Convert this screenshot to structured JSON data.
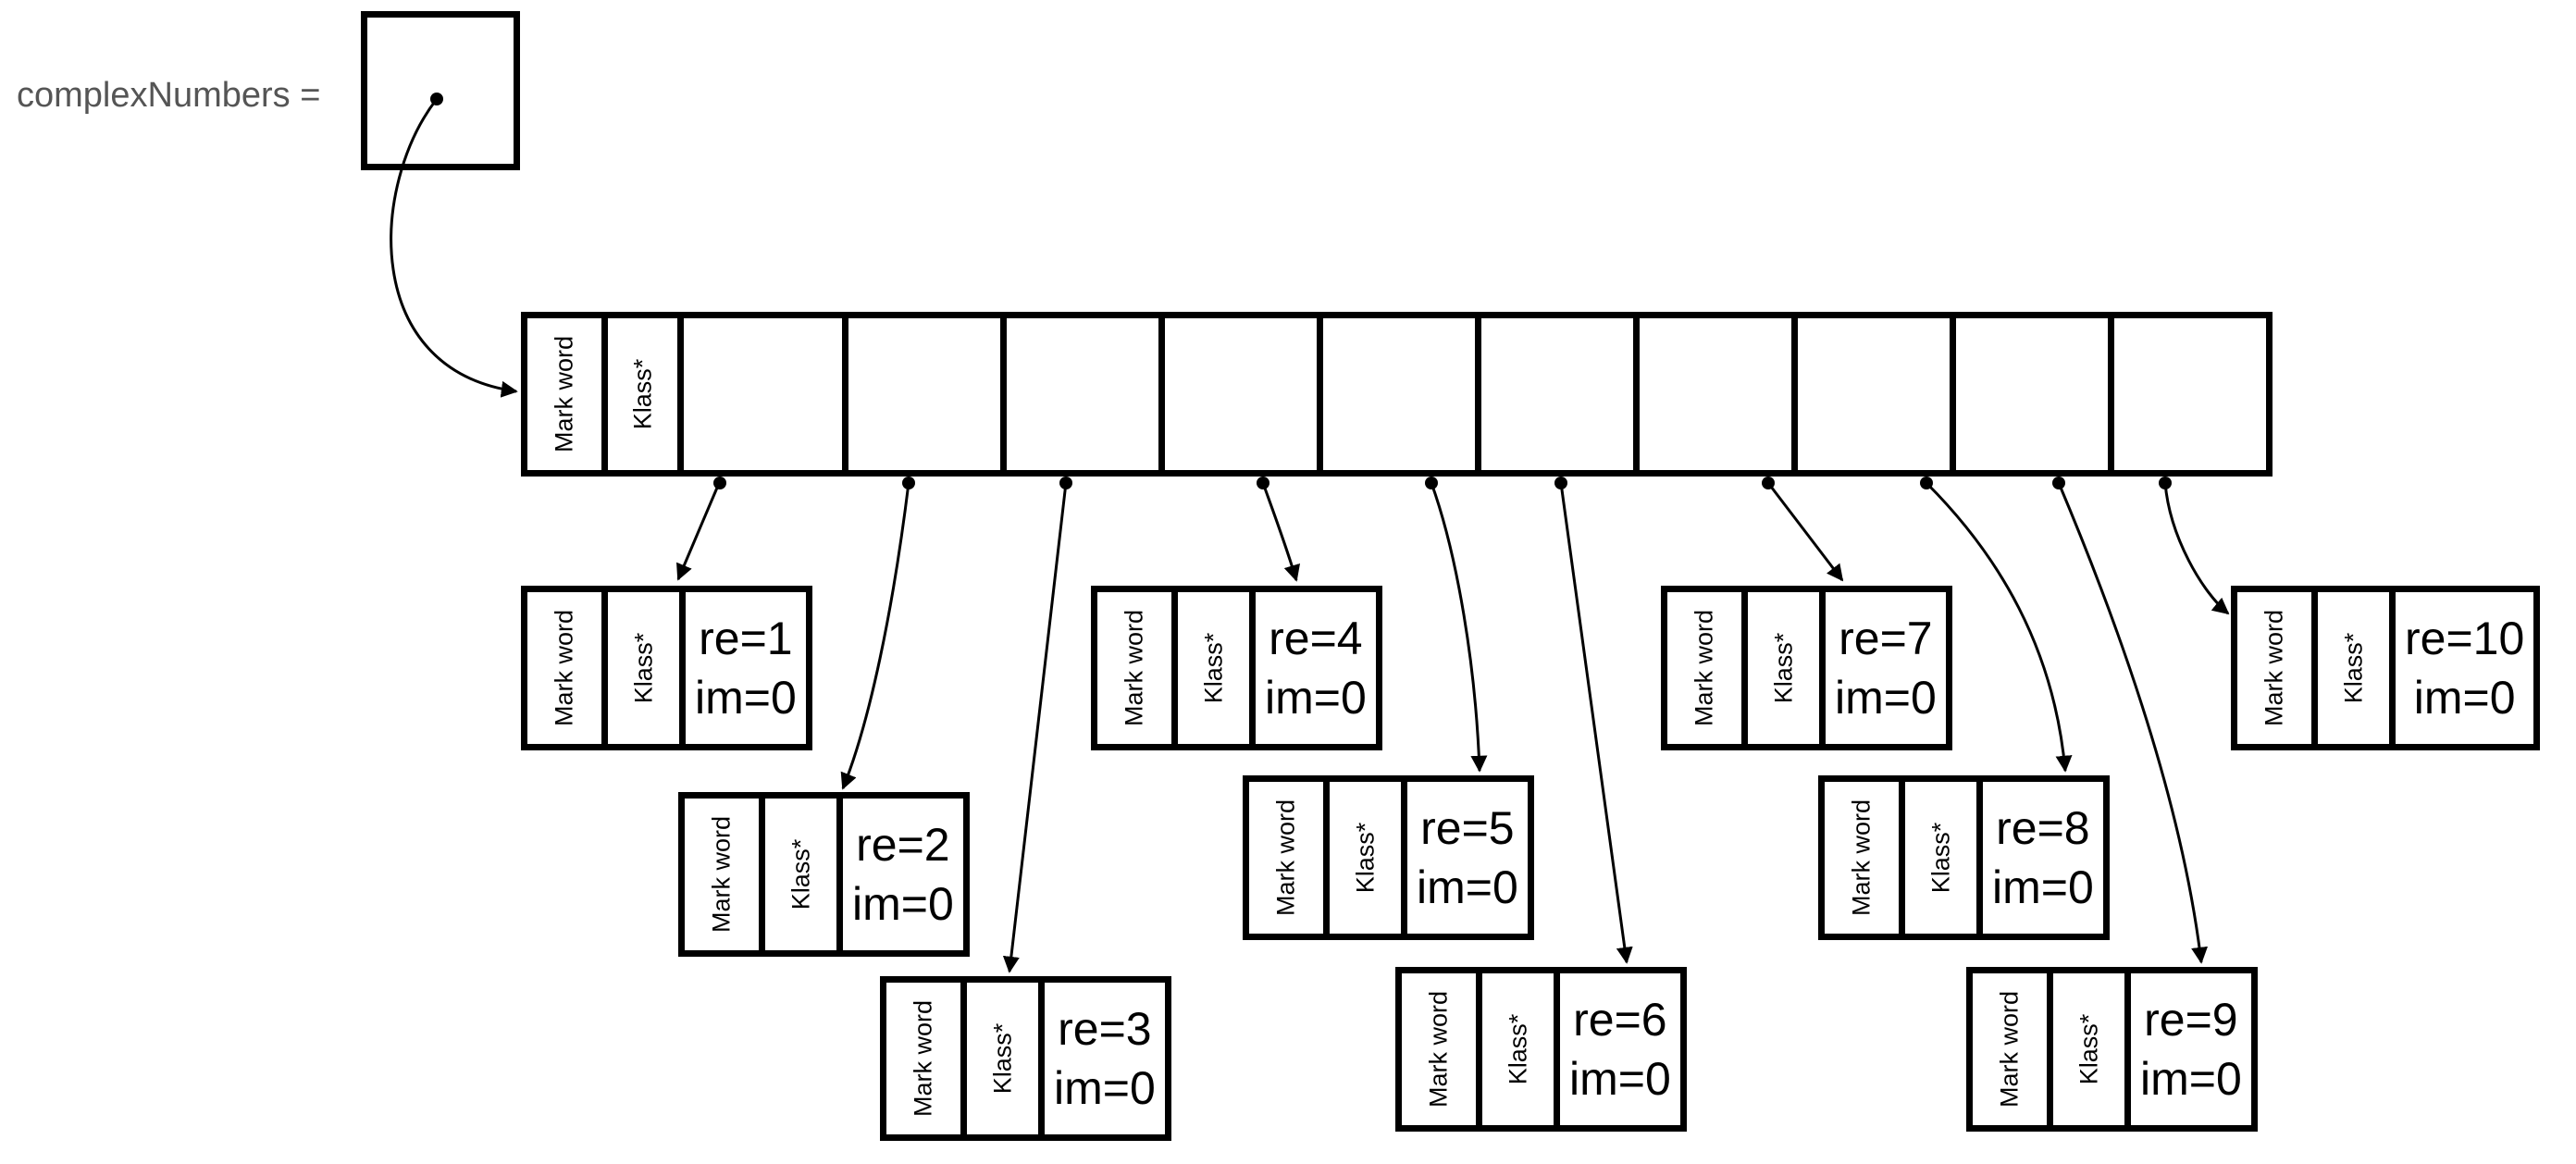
{
  "variable_label": "complexNumbers =",
  "array": {
    "header": {
      "mark_word": "Mark word",
      "klass": "Klass*"
    },
    "slots": [
      1,
      2,
      3,
      4,
      5,
      6,
      7,
      8,
      9,
      10
    ]
  },
  "objects": [
    {
      "mark_word": "Mark word",
      "klass": "Klass*",
      "re": "re=1",
      "im": "im=0"
    },
    {
      "mark_word": "Mark word",
      "klass": "Klass*",
      "re": "re=2",
      "im": "im=0"
    },
    {
      "mark_word": "Mark word",
      "klass": "Klass*",
      "re": "re=3",
      "im": "im=0"
    },
    {
      "mark_word": "Mark word",
      "klass": "Klass*",
      "re": "re=4",
      "im": "im=0"
    },
    {
      "mark_word": "Mark word",
      "klass": "Klass*",
      "re": "re=5",
      "im": "im=0"
    },
    {
      "mark_word": "Mark word",
      "klass": "Klass*",
      "re": "re=6",
      "im": "im=0"
    },
    {
      "mark_word": "Mark word",
      "klass": "Klass*",
      "re": "re=7",
      "im": "im=0"
    },
    {
      "mark_word": "Mark word",
      "klass": "Klass*",
      "re": "re=8",
      "im": "im=0"
    },
    {
      "mark_word": "Mark word",
      "klass": "Klass*",
      "re": "re=9",
      "im": "im=0"
    },
    {
      "mark_word": "Mark word",
      "klass": "Klass*",
      "re": "re=10",
      "im": "im=0"
    }
  ]
}
